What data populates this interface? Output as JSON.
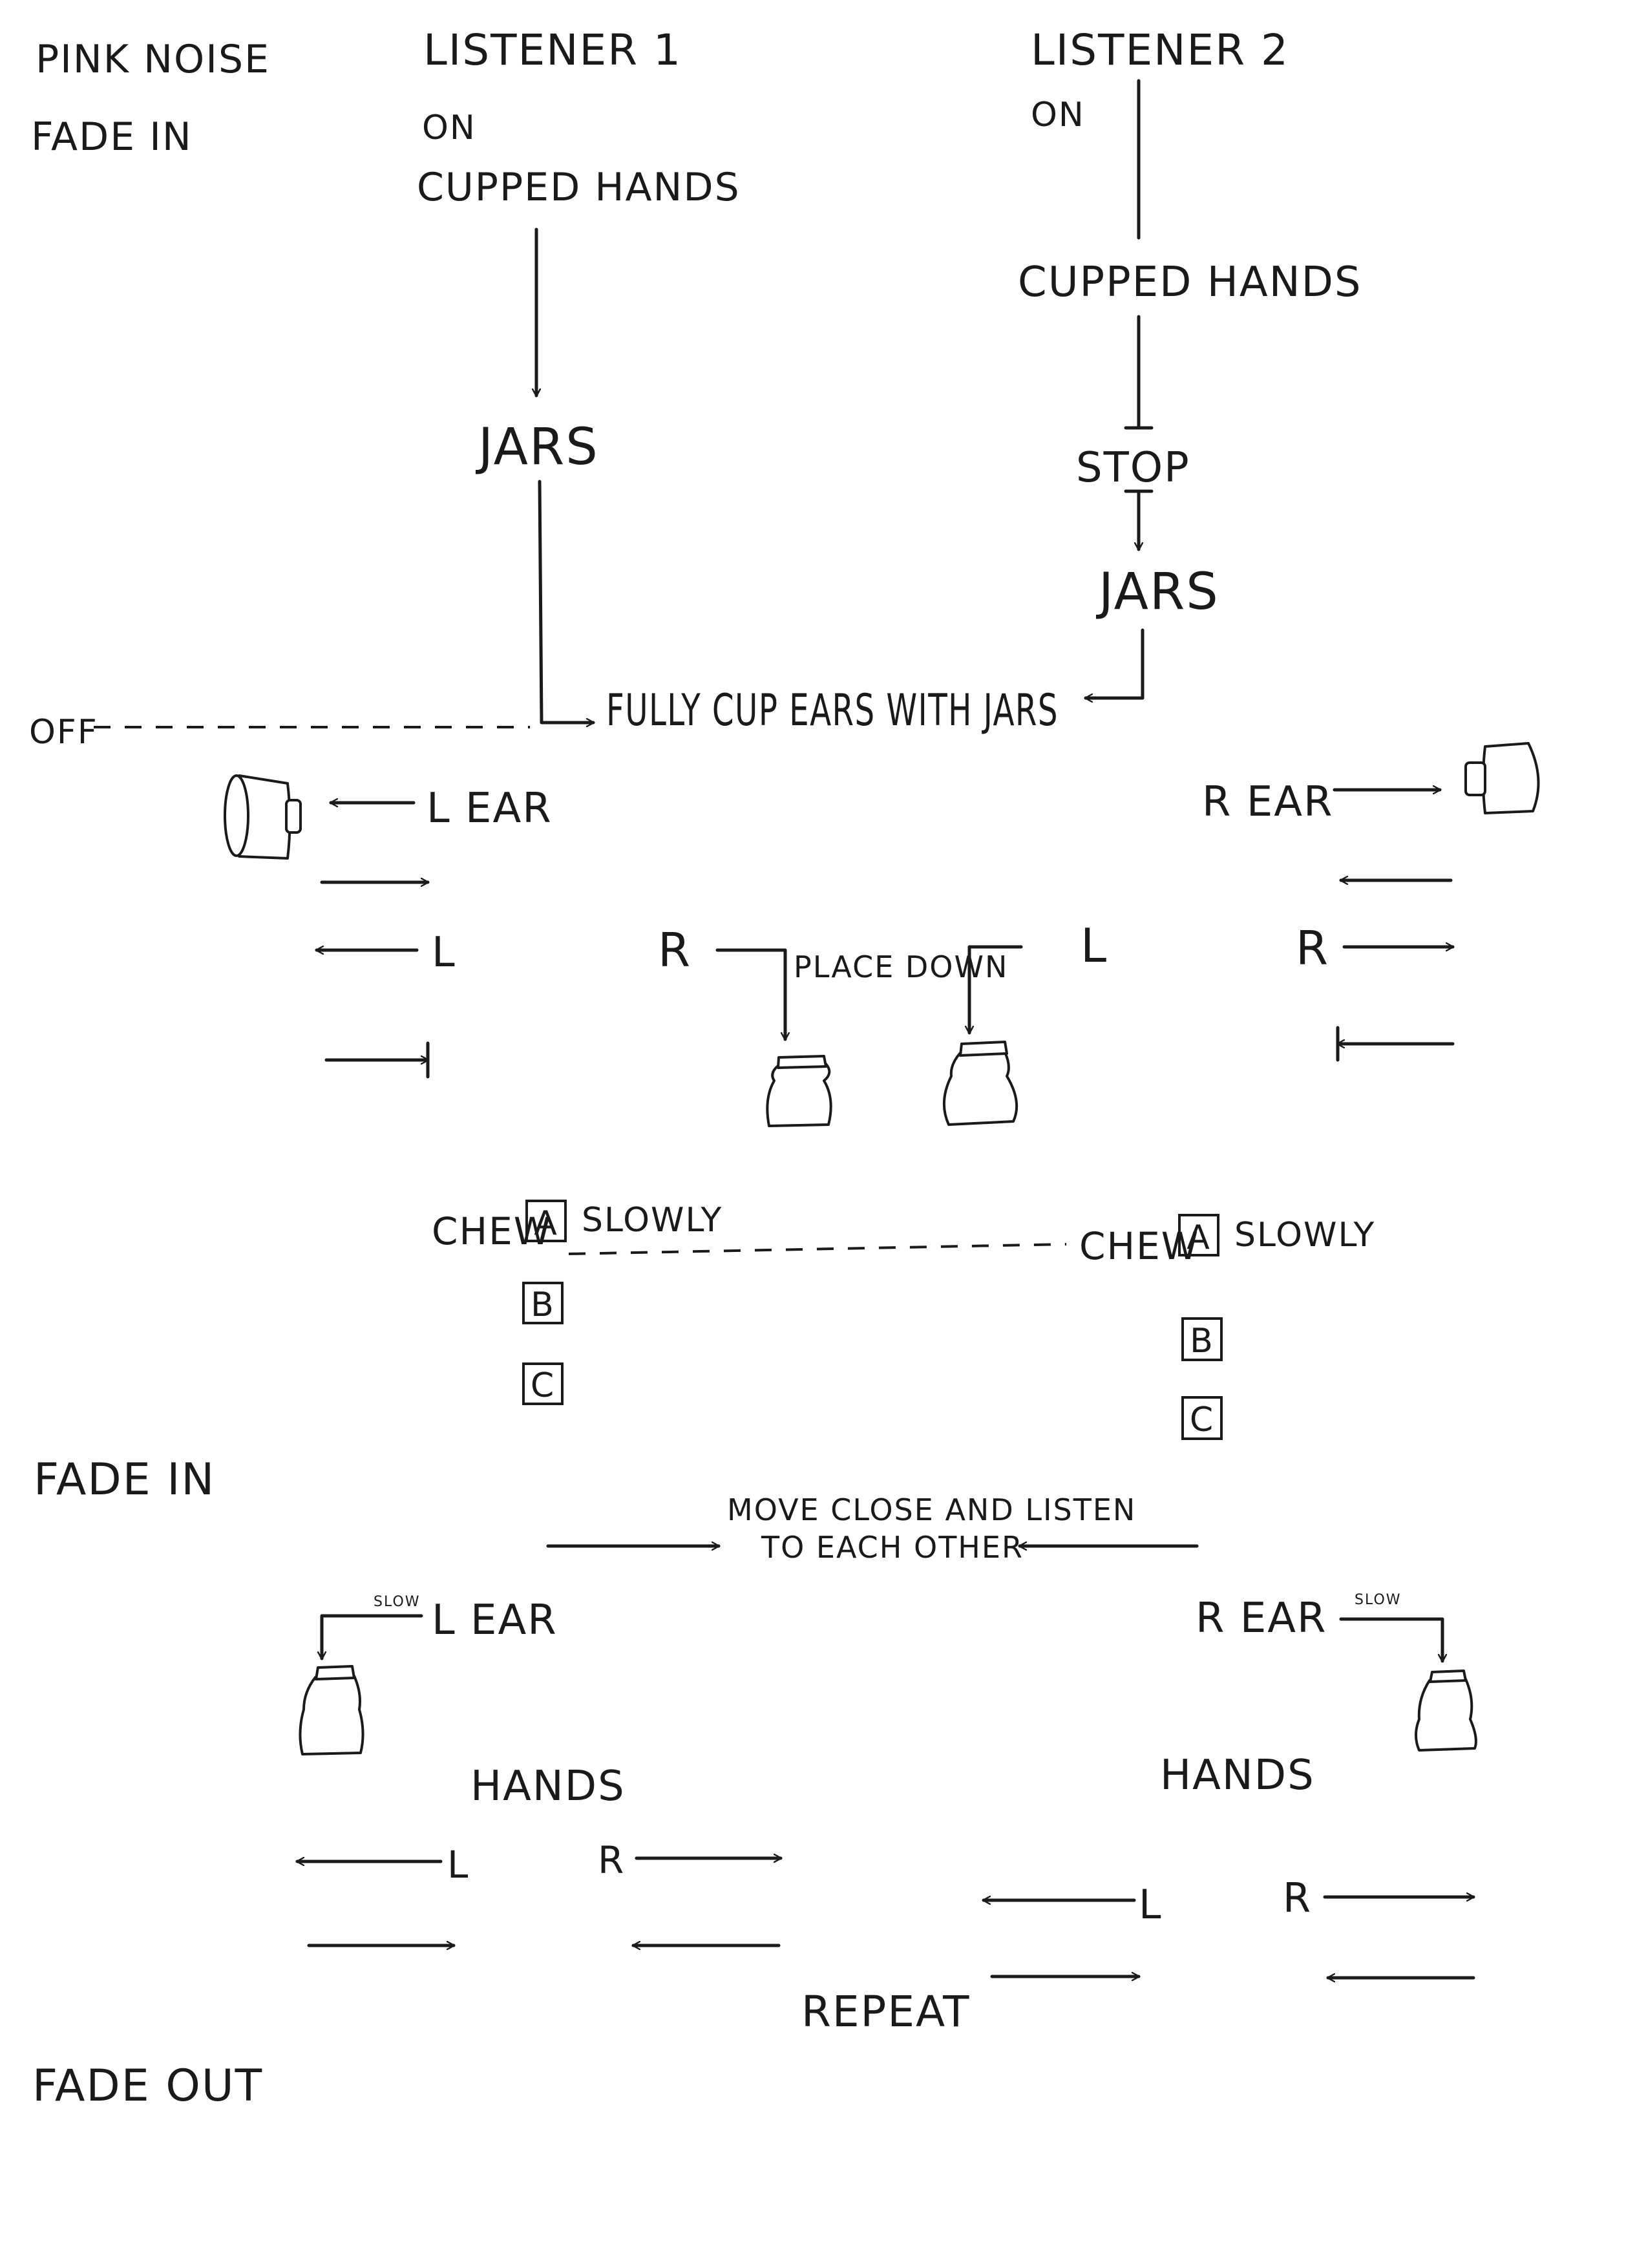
{
  "header": {
    "pink_noise": "PINK NOISE",
    "fade_in_top": "FADE IN",
    "listener1": "LISTENER 1",
    "listener2": "LISTENER 2",
    "on_1": "ON",
    "on_2": "ON",
    "cupped_hands_1": "CUPPED HANDS",
    "cupped_hands_2": "CUPPED HANDS",
    "jars_1": "JARS",
    "stop": "STOP",
    "jars_2": "JARS",
    "fully_cup": "FULLY CUP EARS WITH JARS",
    "off": "OFF"
  },
  "ears_section": {
    "l_ear": "L EAR",
    "r_ear": "R EAR",
    "l_left": "L",
    "r_mid": "R",
    "place_down": "PLACE DOWN",
    "l_mid": "L",
    "r_right": "R"
  },
  "chew_section": {
    "chew_left": "CHEW",
    "slowly_left": "SLOWLY",
    "chew_right": "CHEW",
    "slowly_right": "SLOWLY",
    "boxes_left": [
      "A",
      "B",
      "C"
    ],
    "boxes_right": [
      "A",
      "B",
      "C"
    ]
  },
  "bottom": {
    "fade_in": "FADE IN",
    "move_close": "MOVE CLOSE AND LISTEN",
    "each_other": "TO EACH OTHER",
    "slow_left": "SLOW",
    "l_ear": "L EAR",
    "r_ear": "R EAR",
    "slow_right": "SLOW",
    "hands_left": "HANDS",
    "hands_right": "HANDS",
    "l1": "L",
    "r1": "R",
    "l2": "L",
    "r2": "R",
    "repeat": "REPEAT",
    "fade_out": "FADE OUT"
  }
}
